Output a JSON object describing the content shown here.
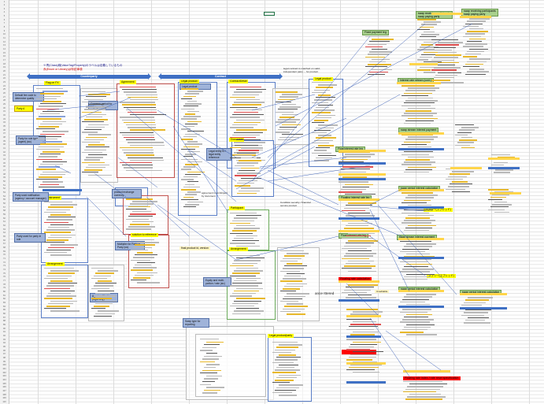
{
  "sheet": {
    "row_numbers": [
      "1",
      "2",
      "3",
      "4",
      "5",
      "6",
      "7",
      "8",
      "9",
      "10",
      "11",
      "12",
      "13",
      "14",
      "15",
      "16",
      "17",
      "18",
      "19",
      "20",
      "21",
      "22",
      "23",
      "24",
      "25",
      "26",
      "27",
      "28",
      "29",
      "30",
      "31",
      "32",
      "33",
      "34",
      "35",
      "36",
      "37",
      "38",
      "39",
      "40",
      "41",
      "42",
      "43",
      "44",
      "45",
      "46",
      "47",
      "48",
      "49",
      "50",
      "51",
      "52",
      "53",
      "54",
      "55",
      "56",
      "57",
      "58",
      "59",
      "60",
      "61",
      "62",
      "63",
      "64",
      "65",
      "66",
      "67",
      "68",
      "69",
      "70",
      "71",
      "72",
      "73",
      "74",
      "75",
      "76",
      "77",
      "78",
      "79",
      "80",
      "81",
      "82",
      "83",
      "84",
      "85",
      "86",
      "87",
      "88",
      "89",
      "90",
      "91",
      "92",
      "93",
      "94",
      "95",
      "96",
      "97",
      "98",
      "99",
      "100",
      "101",
      "102",
      "103",
      "104",
      "105",
      "106",
      "107",
      "108",
      "109",
      "110"
    ]
  },
  "header": {
    "jp_line1": "※青(Class)緑(ValueTag/Property)のラベルは定義しているもの",
    "jp_line2": "赤(Enum or Library)は特記事項"
  },
  "arrows": {
    "counterparty": "Counterparty",
    "contract": "Contract"
  },
  "labels": {
    "flag_on_fx": "Flag on FX",
    "agreement": "Agreement",
    "contractdetail": "ContractDetail",
    "legal_product": "Legal product",
    "fixed_payment_leg": "Fixed payment leg",
    "swap_receiving": "swap receiving participants\nswap paying party",
    "swap_receiving_b": "swap receiving participants\nswap paying party",
    "interest_rate_stream": "Interest rate stream (cont.)",
    "float_interest_leg": "Float interest rate leg",
    "swap_stream_interest": "swap stream interest payment",
    "swap_period": "swap period interest calculation",
    "floating_interest_rate_leg": "Floating interest rate leg",
    "instrument": "Instrument",
    "product": "Product",
    "doc_tag": "Document",
    "arrangement": "Arrangement",
    "solution_ref": "solution to reference",
    "participant": "Participant",
    "legal_product_2": "Legal product/party",
    "jp_side_1": "スプリー(スプレッド)",
    "jp_side_2": "スプリー(スプレッド)",
    "final_id": "final product id, version",
    "red_bottom": "Floating rate index / rate reset specification",
    "red_mid": "Floating rate calculation",
    "trade_label": "ance Ittered"
  },
  "blue_notes": {
    "n1": "Default fee code to determine quality",
    "n2": "Party A",
    "n3": "Party for role type (agent) (sic)",
    "n4": "Party used notification (agency / account manager)",
    "n5": "Party used for party in role",
    "n6": "Common period for buy / prov flag",
    "n7": "product exchange currency",
    "n8": "Multiplier for Party in Party (sic)",
    "n9": "Agent notification (legal only)",
    "n10": "Legal entity ID / legal entity reference",
    "n11": "Equity and multi-portion / rate (sic)",
    "n12": "Legal product",
    "n13": "Swap type for reporting"
  },
  "notes": {
    "legal_note": "legal contract is matched on valid; independent party ... for product",
    "agreement_note": "agreement is contingent by document",
    "pricing_note": "Condition security / financial service product",
    "uneditable": "Uneditable"
  },
  "colors": {
    "class_blue": "#3f70c4",
    "value_green": "#a8d08d",
    "enum_red": "#ff0000",
    "highlight_yellow": "#ffff00",
    "excel_green": "#217346"
  }
}
